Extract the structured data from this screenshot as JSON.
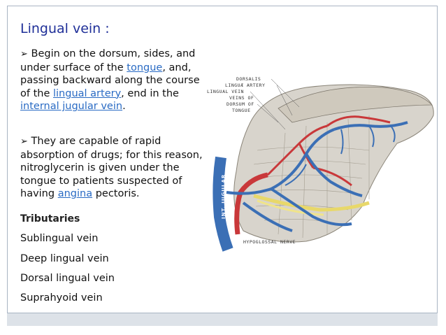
{
  "slide": {
    "title": "Lingual vein :",
    "bullet1": {
      "arrow": "➢",
      "text_a": " Begin on the dorsum, sides, and under surface of the ",
      "link_tongue": "tongue",
      "text_b": ", and, passing backward along the course of the ",
      "link_artery": "lingual artery",
      "text_c": ", end in the ",
      "link_jugular": "internal jugular vein",
      "text_d": "."
    },
    "bullet2": {
      "arrow": "➢",
      "text_a": " They are capable of rapid absorption of drugs; for this reason, nitroglycerin is given under the tongue to patients suspected of having ",
      "link_angina": "angina",
      "text_b": " pectoris."
    },
    "tributaries_heading": "Tributaries",
    "tributaries": [
      "Sublingual vein",
      "Deep lingual vein",
      "Dorsal lingual vein",
      "Suprahyoid vein"
    ],
    "link_color": "#2a6bc4",
    "title_color": "#1f2f98"
  },
  "diagram": {
    "labels": {
      "dorsalis": "DORSALIS",
      "linguae_artery": "LINGUÆ ARTERY",
      "lingual_vein": "LINGUAL VEIN",
      "veins_of": "VEINS OF",
      "dorsum_of": "DORSUM OF",
      "tongue": "TONGUE",
      "hypoglossal_nerve": "HYPOGLOSSAL NERVE",
      "int_jugular": "INT. JUGULAR"
    }
  }
}
